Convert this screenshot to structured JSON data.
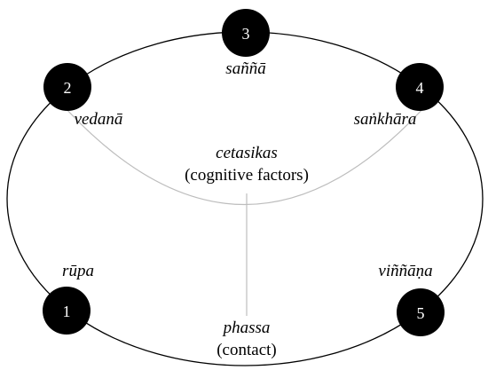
{
  "diagram": {
    "colors": {
      "node_fill": "#000000",
      "node_text": "#ffffff",
      "ring": "#000000",
      "inner_lines": "#bdbdbd"
    },
    "nodes": [
      {
        "number": "1",
        "label": "rūpa"
      },
      {
        "number": "2",
        "label": "vedanā"
      },
      {
        "number": "3",
        "label": "saññā"
      },
      {
        "number": "4",
        "label": "saṅkhāra"
      },
      {
        "number": "5",
        "label": "viññāṇa"
      }
    ],
    "center": {
      "term": "cetasikas",
      "gloss": "(cognitive factors)"
    },
    "bottom": {
      "term": "phassa",
      "gloss": "(contact)"
    }
  }
}
